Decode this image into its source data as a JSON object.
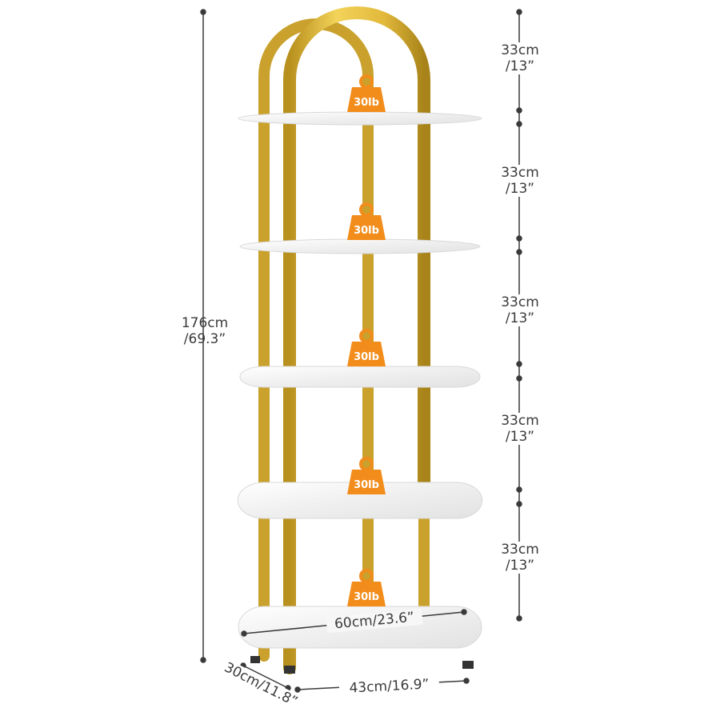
{
  "product": {
    "total_height": {
      "metric": "176cm",
      "imperial": "/69.3”"
    },
    "shelf_spacing": [
      {
        "metric": "33cm",
        "imperial": "/13”"
      },
      {
        "metric": "33cm",
        "imperial": "/13”"
      },
      {
        "metric": "33cm",
        "imperial": "/13”"
      },
      {
        "metric": "33cm",
        "imperial": "/13”"
      },
      {
        "metric": "33cm",
        "imperial": "/13”"
      }
    ],
    "shelf_length": "60cm/23.6”",
    "base_width": "43cm/16.9”",
    "depth": "30cm/11.8”",
    "load_badges": [
      "30lb",
      "30lb",
      "30lb",
      "30lb",
      "30lb"
    ]
  },
  "colors": {
    "frame_gold": "#e2b93b",
    "frame_gold_dark": "#b8901d",
    "shelf_white": "#f4f4f4",
    "badge_orange": "#f28c1b",
    "dimension_line": "#3a3a3a"
  },
  "icons": {
    "badge": "weight-icon"
  }
}
